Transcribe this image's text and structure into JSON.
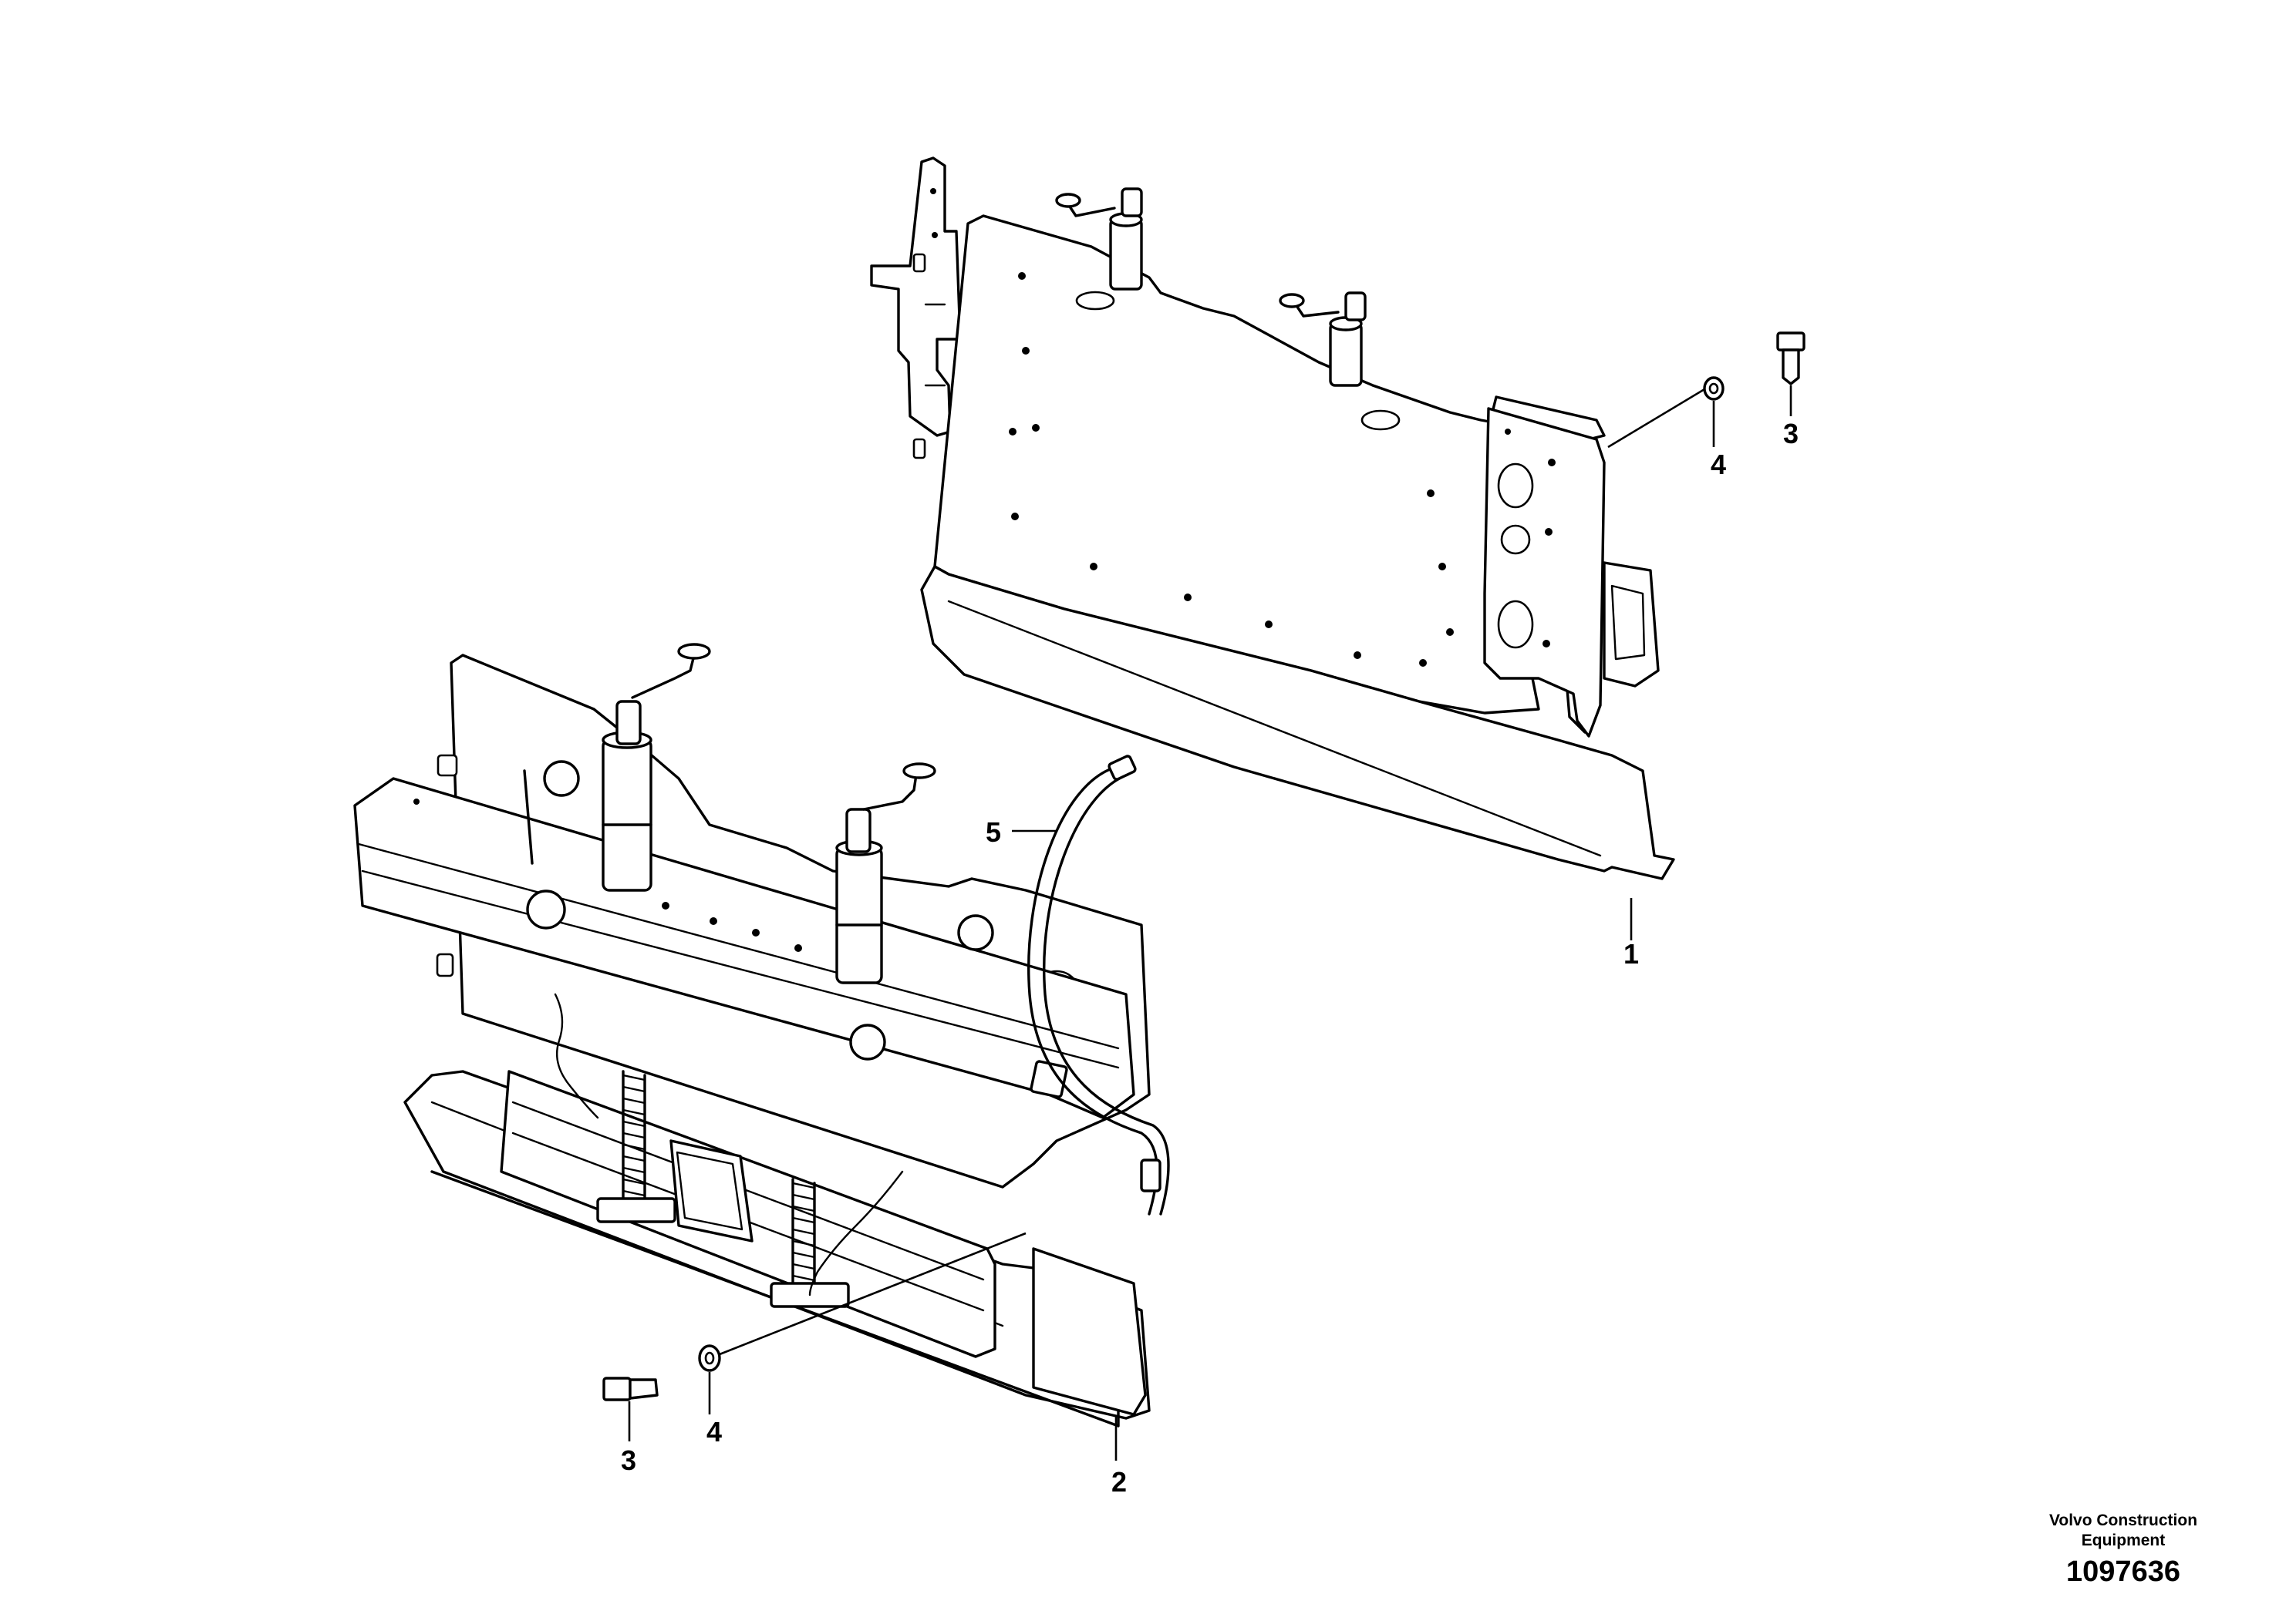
{
  "callouts": [
    {
      "key": "bracket_upper",
      "label": "1"
    },
    {
      "key": "bracket_lower",
      "label": "2"
    },
    {
      "key": "screw_upper",
      "label": "3"
    },
    {
      "key": "washer_upper",
      "label": "4"
    },
    {
      "key": "screw_lower",
      "label": "3"
    },
    {
      "key": "washer_lower",
      "label": "4"
    },
    {
      "key": "hose",
      "label": "5"
    }
  ],
  "publisher": {
    "line1": "Volvo Construction",
    "line2": "Equipment",
    "illustration_number": "1097636"
  }
}
